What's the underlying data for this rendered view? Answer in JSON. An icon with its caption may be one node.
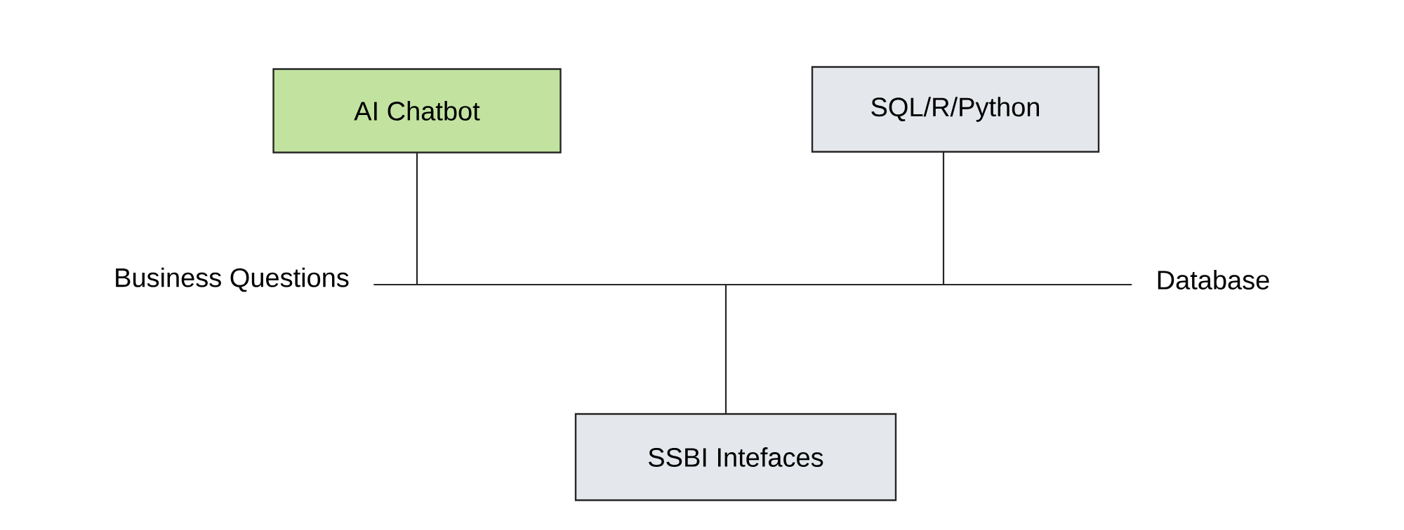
{
  "diagram": {
    "nodes": [
      {
        "text": [
          "AI Chatbot"
        ]
      },
      {
        "text": [
          "SQL/R/Python"
        ]
      },
      {
        "text": [
          "Business Questions"
        ]
      },
      {
        "text": [
          "Database"
        ]
      },
      {
        "text": [
          "SSBI Intefaces"
        ]
      }
    ],
    "edges": [
      {
        "from": 2,
        "to": 3,
        "arrow": "none"
      },
      {
        "from": 0,
        "to": null,
        "arrow": "none"
      },
      {
        "from": 1,
        "to": null,
        "arrow": "none"
      },
      {
        "from": 4,
        "to": null,
        "arrow": "none"
      }
    ]
  }
}
